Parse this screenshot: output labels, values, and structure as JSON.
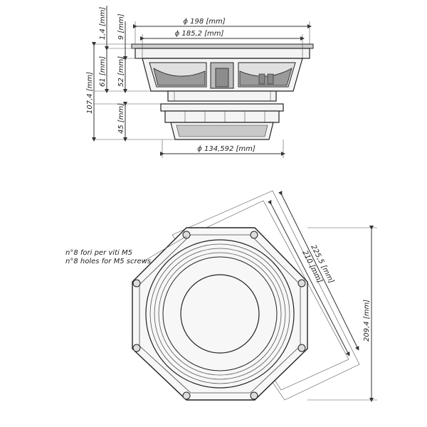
{
  "dimensions": {
    "outer_diameter": "ϕ 198 [mm]",
    "inner_diameter": "ϕ 185,2 [mm]",
    "magnet_diameter": "ϕ 134,592 [mm]",
    "flange": "1,4 [mm]",
    "top_depth": "9 [mm]",
    "basket_depth": "61 [mm]",
    "cone_depth": "52 [mm]",
    "total_depth": "107,4 [mm]",
    "magnet_depth": "45 [mm]",
    "diag_outer": "225,5 [mm]",
    "diag_inner": "210 [mm]",
    "height": "209,4 [mm]"
  },
  "note": {
    "line_it": "n°8 fori per viti M5",
    "line_en": "n°8 holes for M5 screws"
  }
}
